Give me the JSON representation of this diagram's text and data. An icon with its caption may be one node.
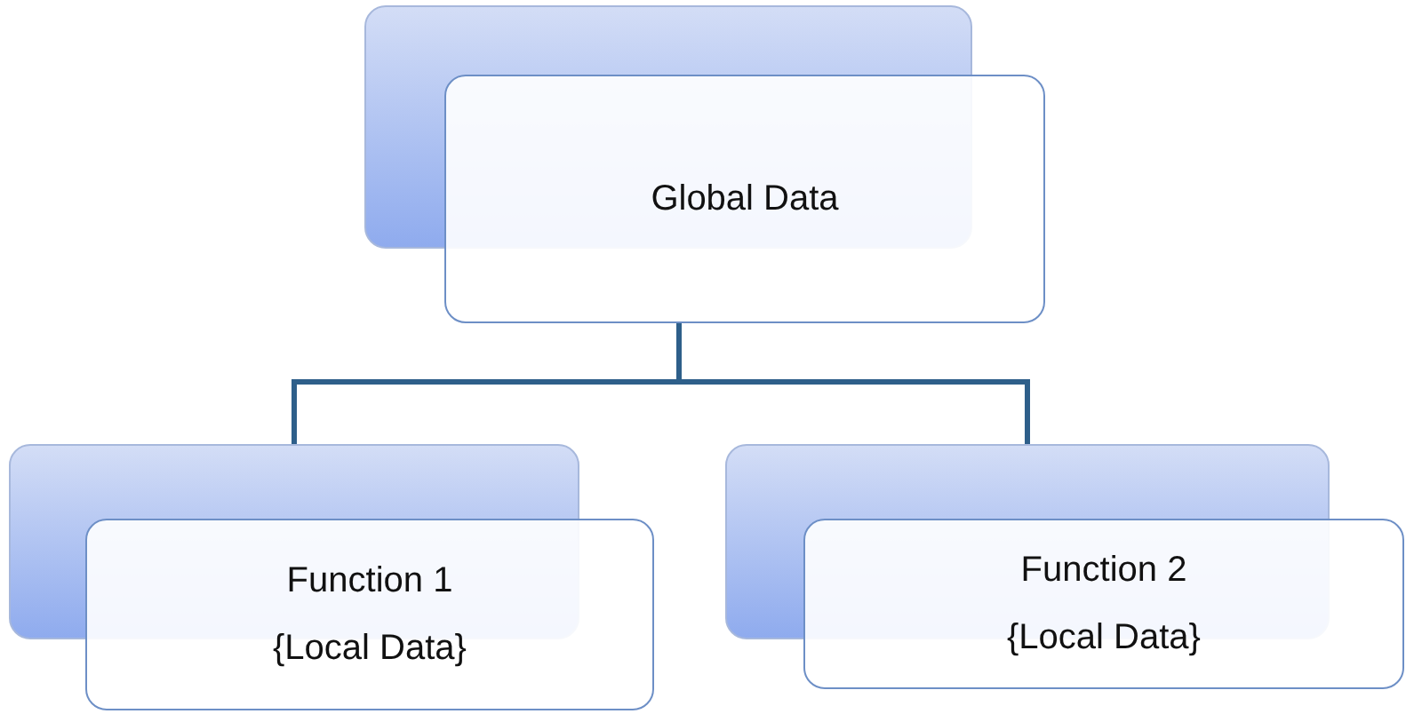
{
  "diagram": {
    "nodes": [
      {
        "text": [
          "Global Data"
        ]
      },
      {
        "text": [
          "Function 1",
          "{Local Data}"
        ]
      },
      {
        "text": [
          "Function 2",
          "{Local Data}"
        ]
      }
    ],
    "edges": [
      {
        "from": 0,
        "to": 1,
        "arrow": "none"
      },
      {
        "from": 0,
        "to": 2,
        "arrow": "none"
      }
    ]
  }
}
